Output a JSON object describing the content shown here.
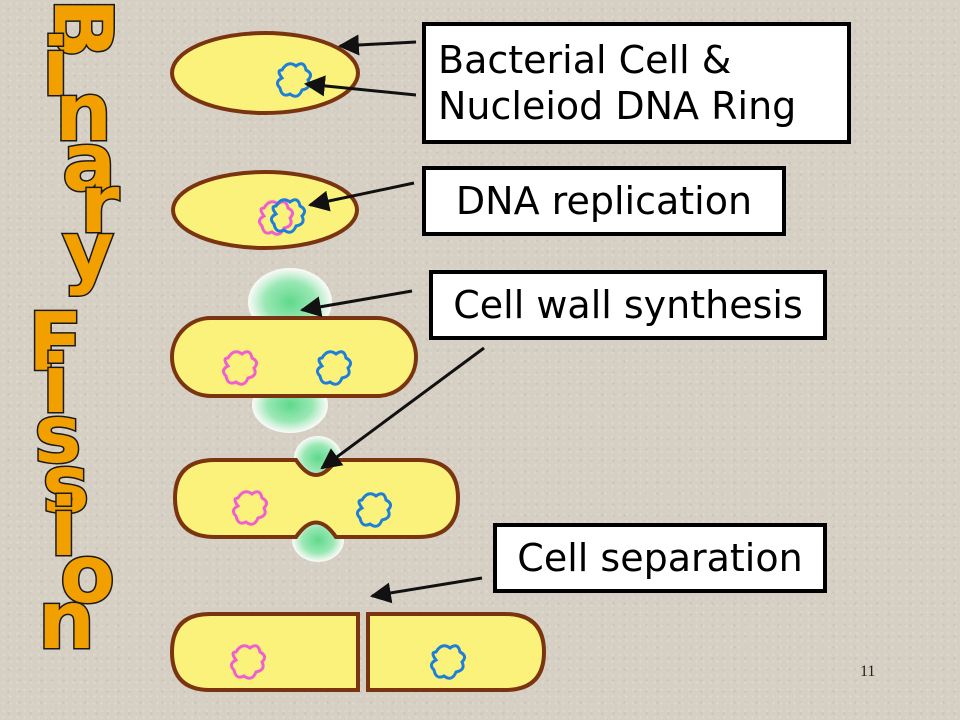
{
  "vertical_title": {
    "text": "Binary Fission",
    "letters": [
      "B",
      "i",
      "n",
      "a",
      "r",
      "y",
      "F",
      "i",
      "s",
      "s",
      "i",
      "o",
      "n"
    ],
    "fill_color": "#f2a000",
    "outline_color": "#1a1a1a"
  },
  "labels": {
    "bacterial_cell_line1": "Bacterial Cell &",
    "bacterial_cell_line2": "Nucleiod DNA Ring",
    "dna_replication": "DNA replication",
    "cell_wall_synthesis": "Cell wall synthesis",
    "cell_separation": "Cell separation"
  },
  "slide_number": "11",
  "colors": {
    "cell_fill": "#fbf27c",
    "cell_outline": "#7a3410",
    "dna_original": "#1e7fd8",
    "dna_copy": "#ef5fd0",
    "synthesis_glow": "#5fd98c",
    "arrow": "#111111"
  }
}
